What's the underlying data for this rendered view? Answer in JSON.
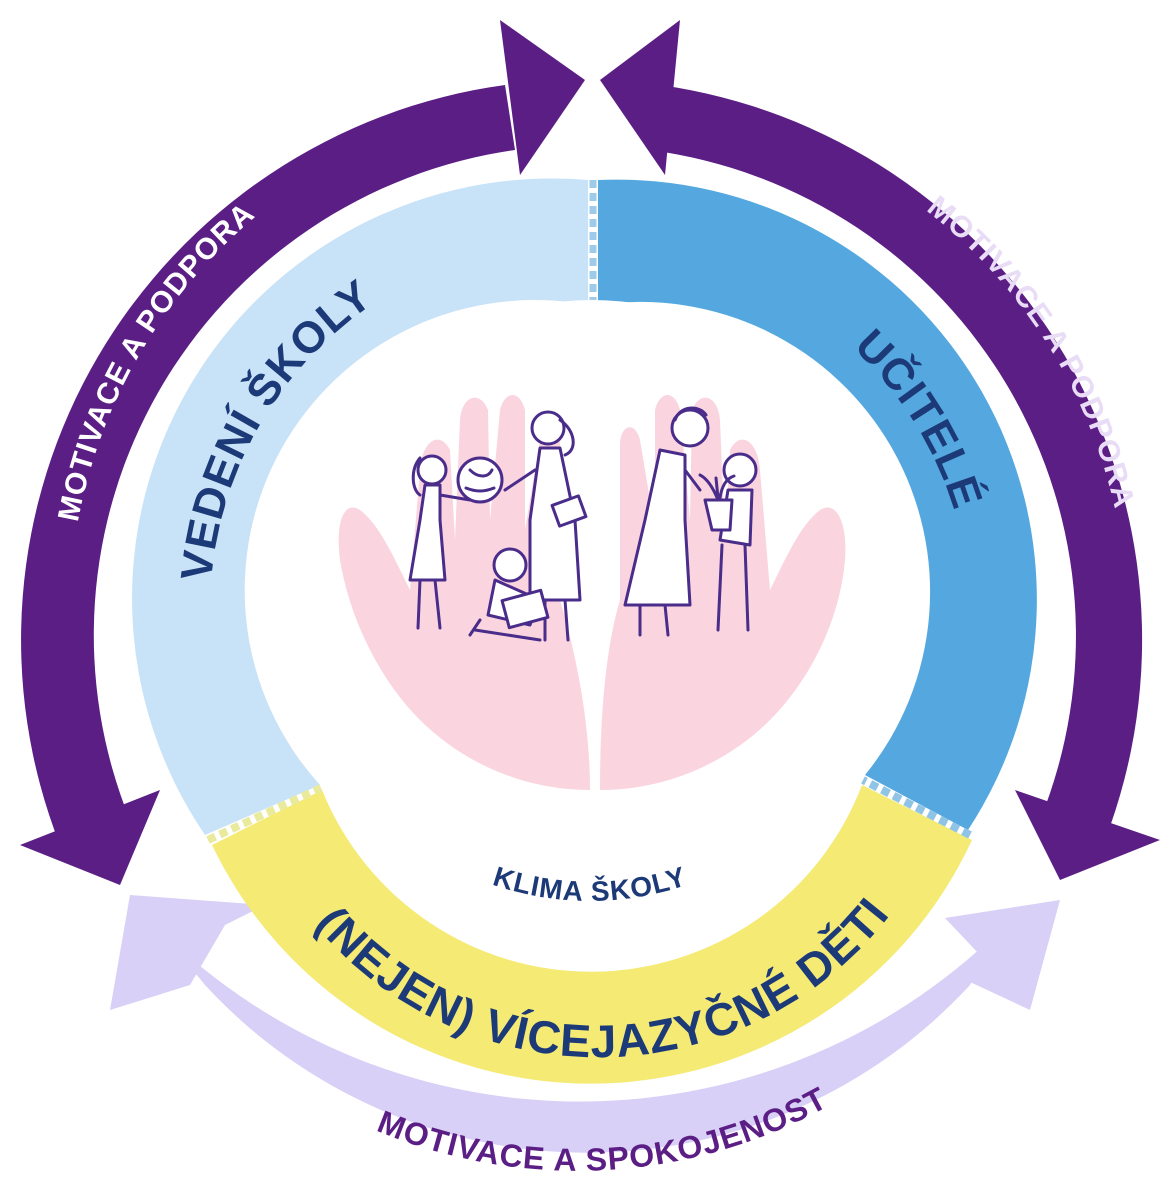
{
  "colors": {
    "arrow_dark_purple": "#5b1e85",
    "arrow_light_lavender": "#d8d0f6",
    "segment_light_blue": "#c8e2f8",
    "segment_medium_blue": "#54a8df",
    "segment_yellow": "#f4ea74",
    "text_dark_blue": "#1d3a78",
    "text_white": "#ffffff",
    "text_purple": "#5b1e85",
    "hands_pink": "#f9d0dd",
    "figures_ink": "#4a2c8a"
  },
  "segments": {
    "left_label": "VEDENÍ ŠKOLY",
    "right_label": "UČITELÉ",
    "bottom_label": "(NEJEN) VÍCEJAZYČNÉ DĚTI"
  },
  "center": {
    "label": "KLIMA ŠKOLY",
    "illustration_icon": "hands-holding-people-icon"
  },
  "arrows": {
    "left_label": "MOTIVACE A PODPORA",
    "right_label": "MOTIVACE A PODPORA",
    "bottom_label": "MOTIVACE A SPOKOJENOST"
  }
}
